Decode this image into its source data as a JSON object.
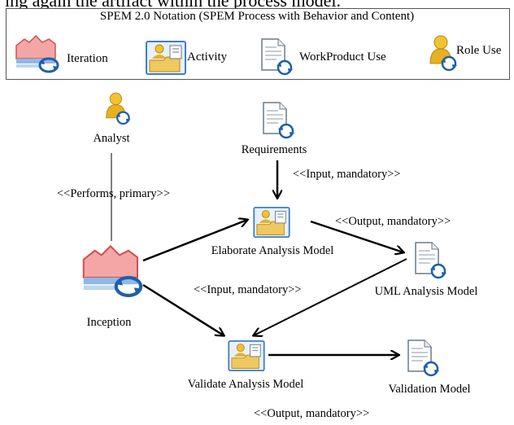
{
  "partial_top_text": "ing again the artifact within the process model.",
  "legend": {
    "title": "SPEM 2.0 Notation (SPEM Process with Behavior and Content)",
    "items": [
      {
        "label": "Iteration",
        "icon": "iteration-icon"
      },
      {
        "label": "Activity",
        "icon": "activity-icon"
      },
      {
        "label": "WorkProduct Use",
        "icon": "workproduct-icon"
      },
      {
        "label": "Role Use",
        "icon": "role-icon"
      }
    ]
  },
  "nodes": {
    "analyst": {
      "label": "Analyst",
      "icon": "role-icon"
    },
    "requirements": {
      "label": "Requirements",
      "icon": "workproduct-icon"
    },
    "elaborate": {
      "label": "Elaborate Analysis Model",
      "icon": "activity-icon"
    },
    "uml": {
      "label": "UML Analysis Model",
      "icon": "workproduct-icon"
    },
    "inception": {
      "label": "Inception",
      "icon": "iteration-icon"
    },
    "validate": {
      "label": "Validate Analysis Model",
      "icon": "activity-icon"
    },
    "validation_model": {
      "label": "Validation Model",
      "icon": "workproduct-icon"
    }
  },
  "edge_labels": {
    "performs": "<<Performs, primary>>",
    "req_input": "<<Input, mandatory>>",
    "elab_output": "<<Output, mandatory>>",
    "mid_input": "<<Input, mandatory>>",
    "val_output": "<<Output, mandatory>>"
  },
  "colors": {
    "role_head": "#f2c230",
    "role_body": "#e8b020",
    "doc_border": "#6a7a8a",
    "cycle_blue": "#1f5fa8",
    "iteration_red": "#e86a6a",
    "activity_frame": "#3d7fc8",
    "folder_yellow": "#f0c860"
  }
}
